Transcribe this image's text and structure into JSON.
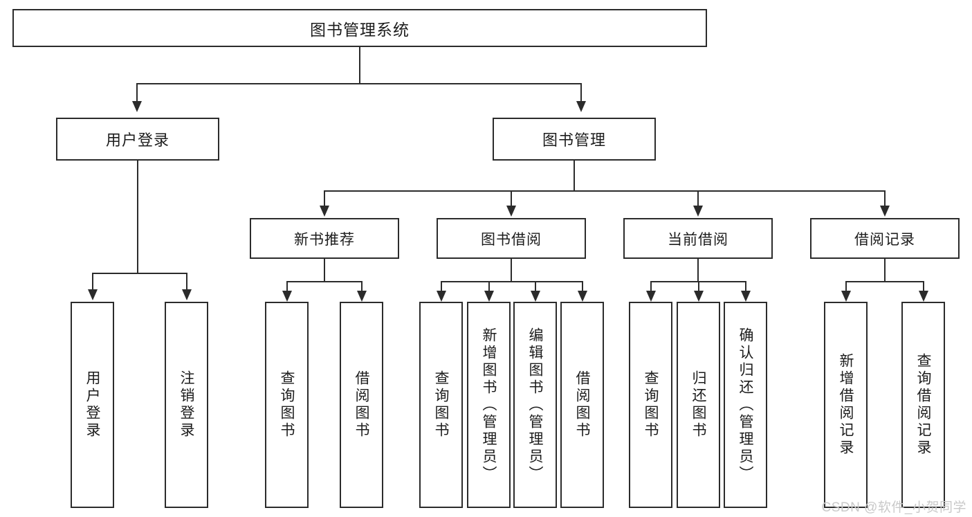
{
  "diagram": {
    "title": "图书管理系统",
    "watermark": "CSDN @软件_小贺同学",
    "colors": {
      "stroke": "#2b2b2b",
      "fill": "#ffffff",
      "text": "#1c1c1c",
      "watermark": "#c9c9c9"
    },
    "levels": {
      "root": "图书管理系统",
      "level1": [
        "用户登录",
        "图书管理"
      ],
      "level2": [
        "新书推荐",
        "图书借阅",
        "当前借阅",
        "借阅记录"
      ]
    },
    "nodes": {
      "root": "图书管理系统",
      "user_login": "用户登录",
      "book_manage": "图书管理",
      "new_book_rec": "新书推荐",
      "book_borrow": "图书借阅",
      "current_borrow": "当前借阅",
      "borrow_record": "借阅记录",
      "leaf_user_login": "用户登录",
      "leaf_logout": "注销登录",
      "leaf_query_book_1": "查询图书",
      "leaf_borrow_book_1": "借阅图书",
      "leaf_query_book_2": "查询图书",
      "leaf_add_book_admin": "新增图书（管理员）",
      "leaf_edit_book_admin": "编辑图书（管理员）",
      "leaf_borrow_book_2": "借阅图书",
      "leaf_query_book_3": "查询图书",
      "leaf_return_book": "归还图书",
      "leaf_confirm_return_admin": "确认归还（管理员）",
      "leaf_add_record": "新增借阅记录",
      "leaf_query_record": "查询借阅记录"
    },
    "tree": {
      "name": "图书管理系统",
      "children": [
        {
          "name": "用户登录",
          "children": [
            {
              "name": "用户登录"
            },
            {
              "name": "注销登录"
            }
          ]
        },
        {
          "name": "图书管理",
          "children": [
            {
              "name": "新书推荐",
              "children": [
                {
                  "name": "查询图书"
                },
                {
                  "name": "借阅图书"
                }
              ]
            },
            {
              "name": "图书借阅",
              "children": [
                {
                  "name": "查询图书"
                },
                {
                  "name": "新增图书（管理员）"
                },
                {
                  "name": "编辑图书（管理员）"
                },
                {
                  "name": "借阅图书"
                }
              ]
            },
            {
              "name": "当前借阅",
              "children": [
                {
                  "name": "查询图书"
                },
                {
                  "name": "归还图书"
                },
                {
                  "name": "确认归还（管理员）"
                }
              ]
            },
            {
              "name": "借阅记录",
              "children": [
                {
                  "name": "新增借阅记录"
                },
                {
                  "name": "查询借阅记录"
                }
              ]
            }
          ]
        }
      ]
    }
  }
}
